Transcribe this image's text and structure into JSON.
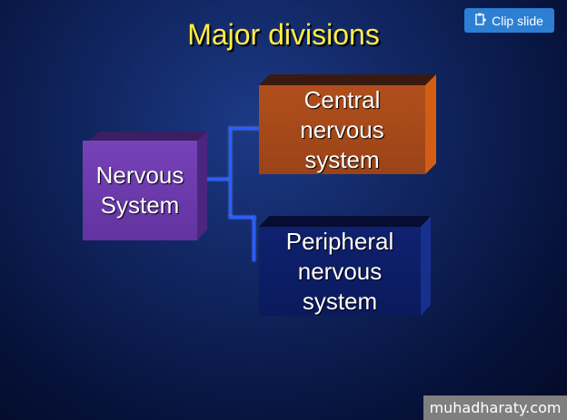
{
  "title": "Major divisions",
  "clip_button": {
    "label": "Clip slide",
    "icon": "clip-icon"
  },
  "nodes": {
    "nervous_system": "Nervous\nSystem",
    "central": "Central\nnervous\nsystem",
    "peripheral": "Peripheral\nnervous\nsystem"
  },
  "colors": {
    "title": "#ffee44",
    "nervous_system": "#6c3aa6",
    "central": "#a8481a",
    "peripheral": "#0e1f6e",
    "connector": "#2b5cff",
    "clip_button": "#2d7fd3"
  },
  "watermark": "muhadharaty.com"
}
